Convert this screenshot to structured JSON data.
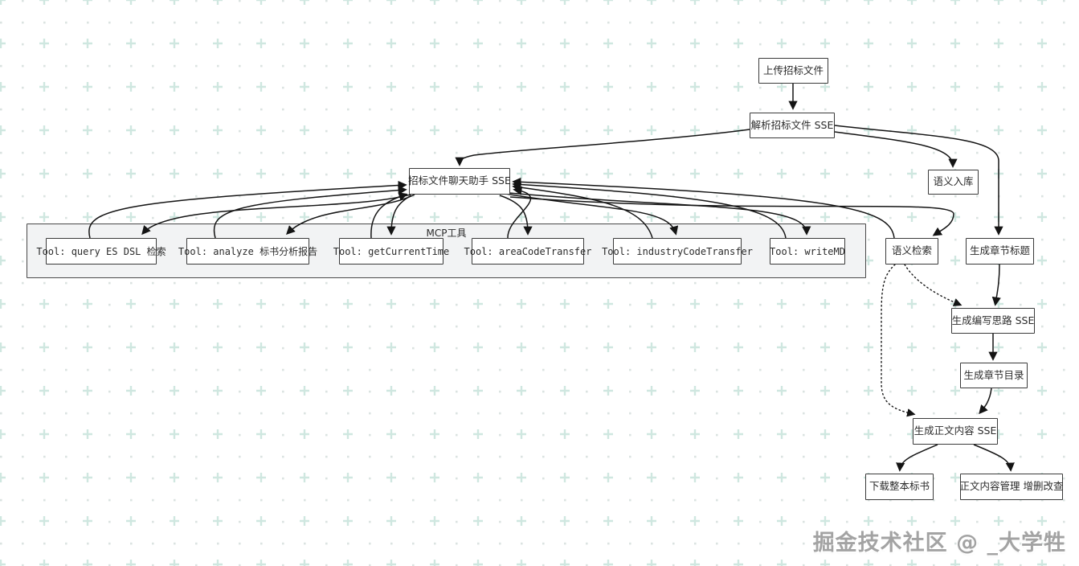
{
  "diagram": {
    "nodes": {
      "upload": {
        "label": "上传招标文件"
      },
      "parse": {
        "label": "解析招标文件 SSE"
      },
      "chat": {
        "label": "招标文件聊天助手 SSE"
      },
      "semantic_store": {
        "label": "语义入库"
      },
      "semantic_search": {
        "label": "语义检索"
      },
      "gen_title": {
        "label": "生成章节标题"
      },
      "gen_idea": {
        "label": "生成编写思路 SSE"
      },
      "gen_toc": {
        "label": "生成章节目录"
      },
      "gen_body": {
        "label": "生成正文内容 SSE"
      },
      "download": {
        "label": "下载整本标书"
      },
      "manage": {
        "label": "正文内容管理 增删改查"
      }
    },
    "mcp_group": {
      "label": "MCP工具",
      "tools": [
        {
          "label": "Tool: query ES DSL 检索"
        },
        {
          "label": "Tool: analyze 标书分析报告"
        },
        {
          "label": "Tool: getCurrentTime"
        },
        {
          "label": "Tool: areaCodeTransfer"
        },
        {
          "label": "Tool: industryCodeTransfer"
        },
        {
          "label": "Tool: writeMD"
        }
      ]
    },
    "colors": {
      "node_border": "#3a3a3a",
      "edge": "#141414",
      "mcp_background": "#f2f3f4",
      "grid_plus": "#cfe7e0",
      "grid_dot": "#dbe3e1"
    }
  },
  "watermark": {
    "text": "掘金技术社区 @ _大学牲"
  }
}
